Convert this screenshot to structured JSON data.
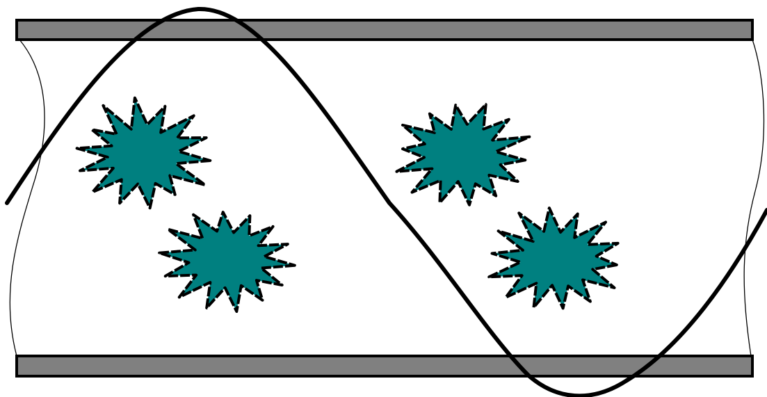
{
  "diagram": {
    "components": [
      {
        "name": "top-wall",
        "shape": "rectangle-bar"
      },
      {
        "name": "bottom-wall",
        "shape": "rectangle-bar"
      },
      {
        "name": "left-edge-curve",
        "shape": "curve"
      },
      {
        "name": "right-edge-curve",
        "shape": "curve"
      },
      {
        "name": "wave",
        "shape": "sinusoidal-curve"
      },
      {
        "name": "burst-1",
        "shape": "starburst"
      },
      {
        "name": "burst-2",
        "shape": "starburst"
      },
      {
        "name": "burst-3",
        "shape": "starburst"
      },
      {
        "name": "burst-4",
        "shape": "starburst"
      }
    ],
    "burst_count": 4,
    "colors": {
      "wall_fill": "#808080",
      "burst_fill": "#008080",
      "stroke": "#000000",
      "background": "#ffffff"
    }
  }
}
